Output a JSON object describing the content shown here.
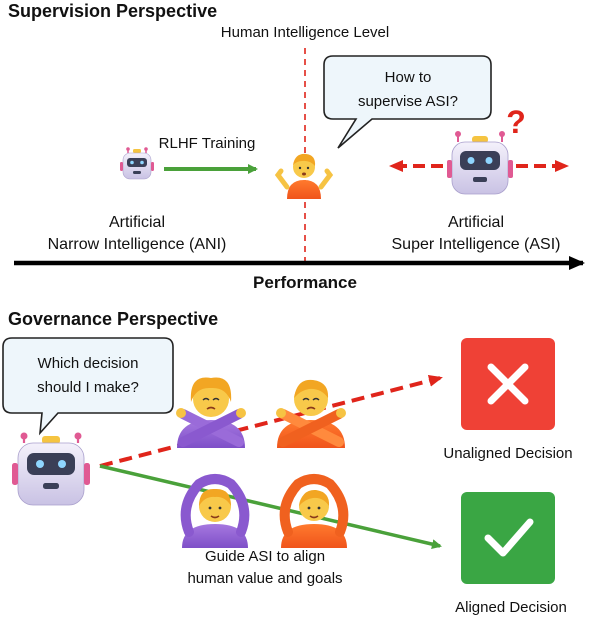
{
  "supervision": {
    "title": "Supervision Perspective",
    "human_level_label": "Human Intelligence Level",
    "bubble_line1": "How to",
    "bubble_line2": "supervise ASI?",
    "question_mark": "?",
    "rlhf_label": "RLHF Training",
    "ani_line1": "Artificial",
    "ani_line2": "Narrow Intelligence (ANI)",
    "asi_line1": "Artificial",
    "asi_line2": "Super Intelligence (ASI)",
    "axis_label": "Performance"
  },
  "governance": {
    "title": "Governance Perspective",
    "bubble_line1": "Which decision",
    "bubble_line2": "should I make?",
    "unaligned_label": "Unaligned Decision",
    "aligned_label": "Aligned Decision",
    "guide_line1": "Guide ASI to align",
    "guide_line2": "human value and goals"
  },
  "colors": {
    "red": "#e0251b",
    "green": "#4aa13a",
    "box_red": "#ef4136",
    "box_green": "#3aa644",
    "bubble_fill": "#eef6fb"
  },
  "icons": [
    "robot-small-icon",
    "robot-large-icon",
    "person-shrug-icon",
    "person-cross-icon",
    "person-ok-icon",
    "x-icon",
    "check-icon"
  ]
}
